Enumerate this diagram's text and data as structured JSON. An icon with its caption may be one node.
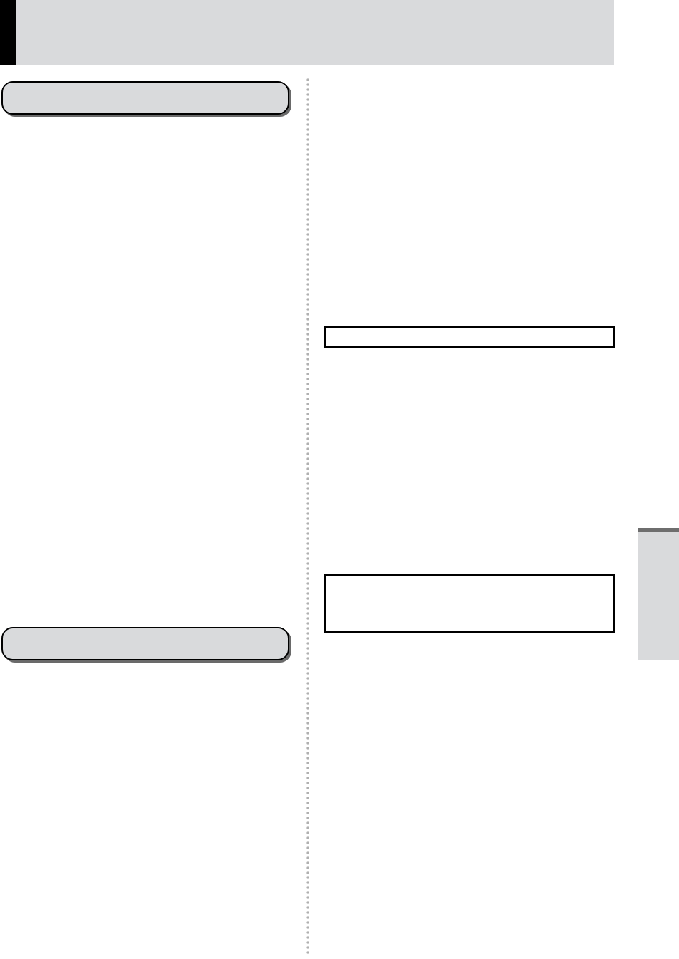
{
  "diagram": {
    "nodes": [
      {
        "text": [],
        "shape": "bar"
      },
      {
        "text": [],
        "shape": "bar"
      },
      {
        "text": [],
        "shape": "box"
      },
      {
        "text": [],
        "shape": "box"
      },
      {
        "text": [],
        "shape": "bar"
      },
      {
        "text": [],
        "shape": "bar"
      }
    ]
  }
}
